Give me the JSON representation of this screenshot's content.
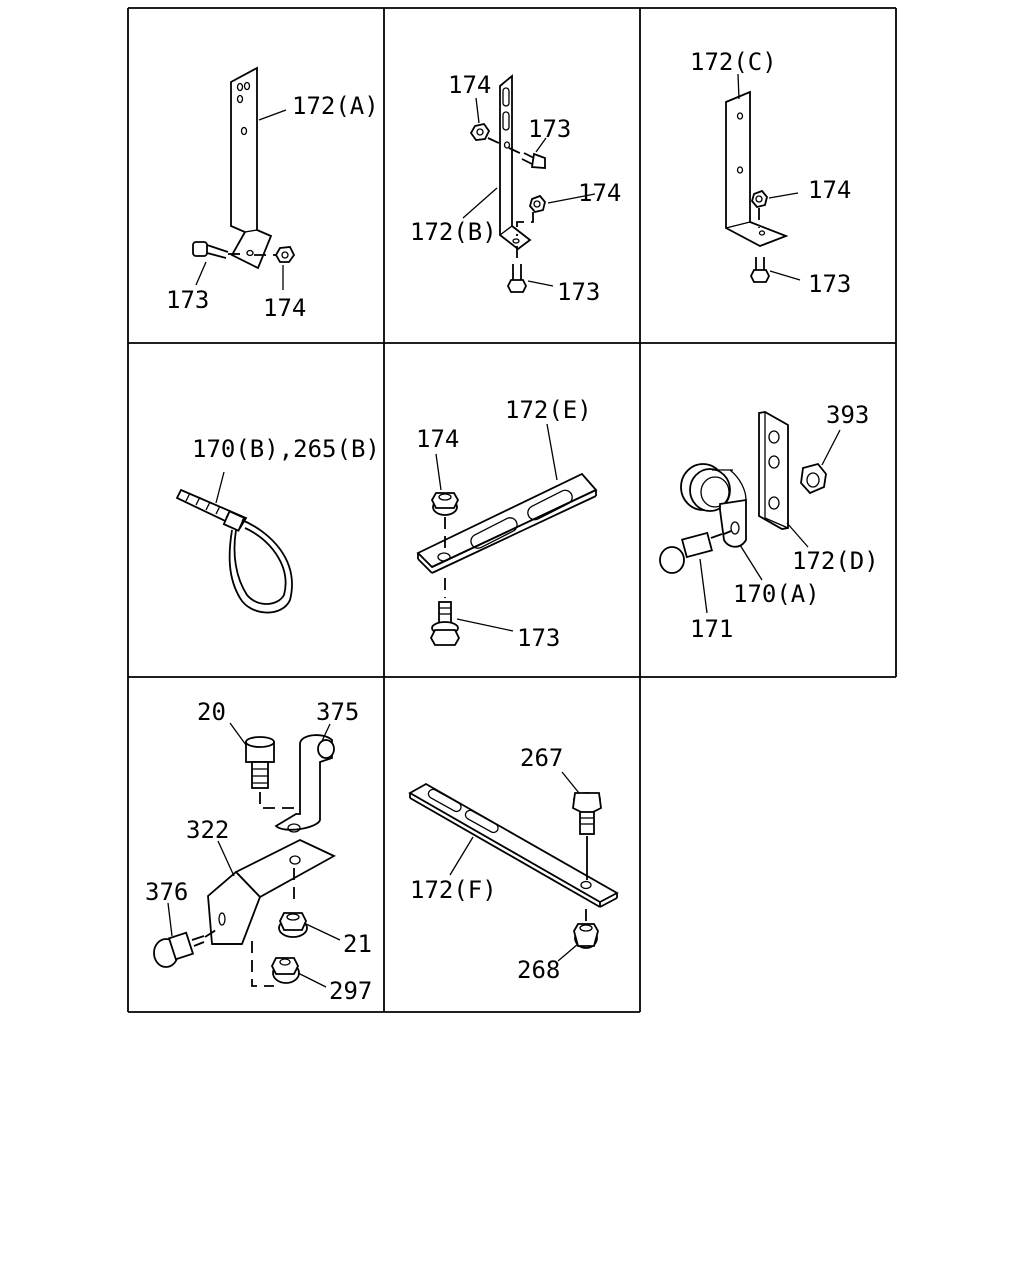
{
  "panels": [
    {
      "labels": {
        "bracket": "172(A)",
        "bolt": "173",
        "nut": "174"
      }
    },
    {
      "labels": {
        "nut_top": "174",
        "bolt_top": "173",
        "bracket": "172(B)",
        "nut_right": "174",
        "bolt_bottom": "173"
      }
    },
    {
      "labels": {
        "bracket": "172(C)",
        "nut": "174",
        "bolt": "173"
      }
    },
    {
      "labels": {
        "band": "170(B),265(B)"
      }
    },
    {
      "labels": {
        "bracket": "172(E)",
        "nut": "174",
        "bolt": "173"
      }
    },
    {
      "labels": {
        "nut": "393",
        "bracket": "172(D)",
        "clip": "170(A)",
        "bolt": "171"
      }
    },
    {
      "labels": {
        "bolt_top": "20",
        "pipe": "375",
        "bracket": "322",
        "bolt_side": "376",
        "nut": "21",
        "collar": "297"
      }
    },
    {
      "labels": {
        "bolt": "267",
        "bracket": "172(F)",
        "nut": "268"
      }
    }
  ]
}
